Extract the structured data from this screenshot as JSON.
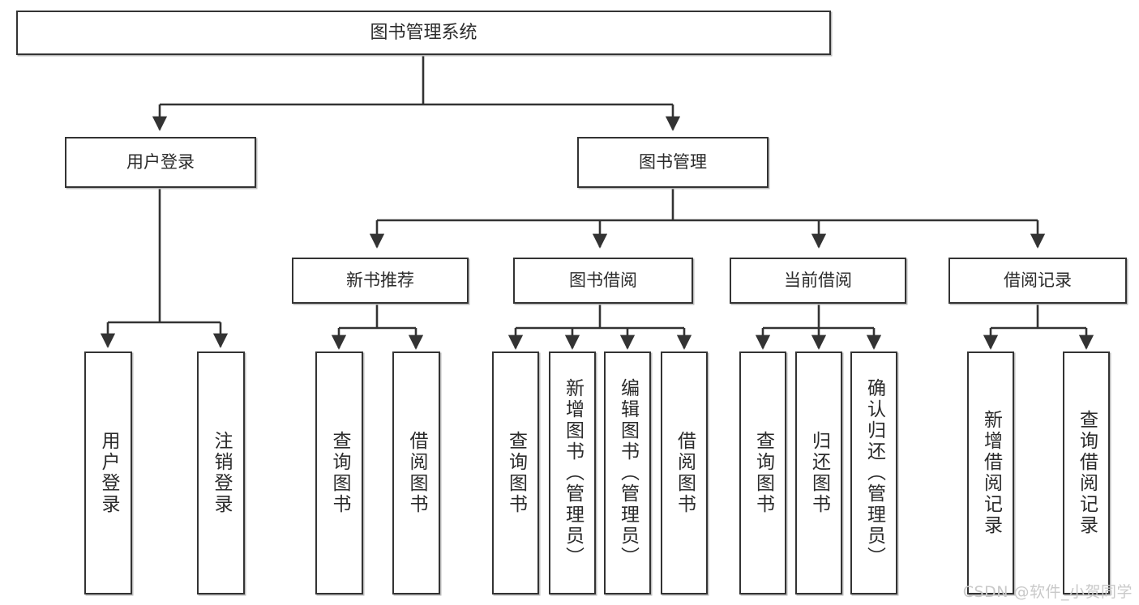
{
  "diagram": {
    "type": "tree-diagram",
    "title": "图书管理系统",
    "watermark": "CSDN @软件_小贺同学",
    "colors": {
      "box_border": "#333333",
      "box_fill": "#ffffff",
      "edge": "#333333",
      "text": "#2b2b2b",
      "watermark": "#c9c9c9",
      "background": "#ffffff"
    },
    "nodes": {
      "root": {
        "label": "图书管理系统"
      },
      "level2": [
        {
          "label": "用户登录"
        },
        {
          "label": "图书管理"
        }
      ],
      "level3": [
        {
          "label": "新书推荐"
        },
        {
          "label": "图书借阅"
        },
        {
          "label": "当前借阅"
        },
        {
          "label": "借阅记录"
        }
      ],
      "leaves": {
        "user_login": [
          {
            "label": "用户登录"
          },
          {
            "label": "注销登录"
          }
        ],
        "new_book_recommend": [
          {
            "label": "查询图书"
          },
          {
            "label": "借阅图书"
          }
        ],
        "book_borrow": [
          {
            "label": "查询图书"
          },
          {
            "label": "新增图书（管理员）"
          },
          {
            "label": "编辑图书（管理员）"
          },
          {
            "label": "借阅图书"
          }
        ],
        "current_borrow": [
          {
            "label": "查询图书"
          },
          {
            "label": "归还图书"
          },
          {
            "label": "确认归还（管理员）"
          }
        ],
        "borrow_record": [
          {
            "label": "新增借阅记录"
          },
          {
            "label": "查询借阅记录"
          }
        ]
      }
    }
  }
}
